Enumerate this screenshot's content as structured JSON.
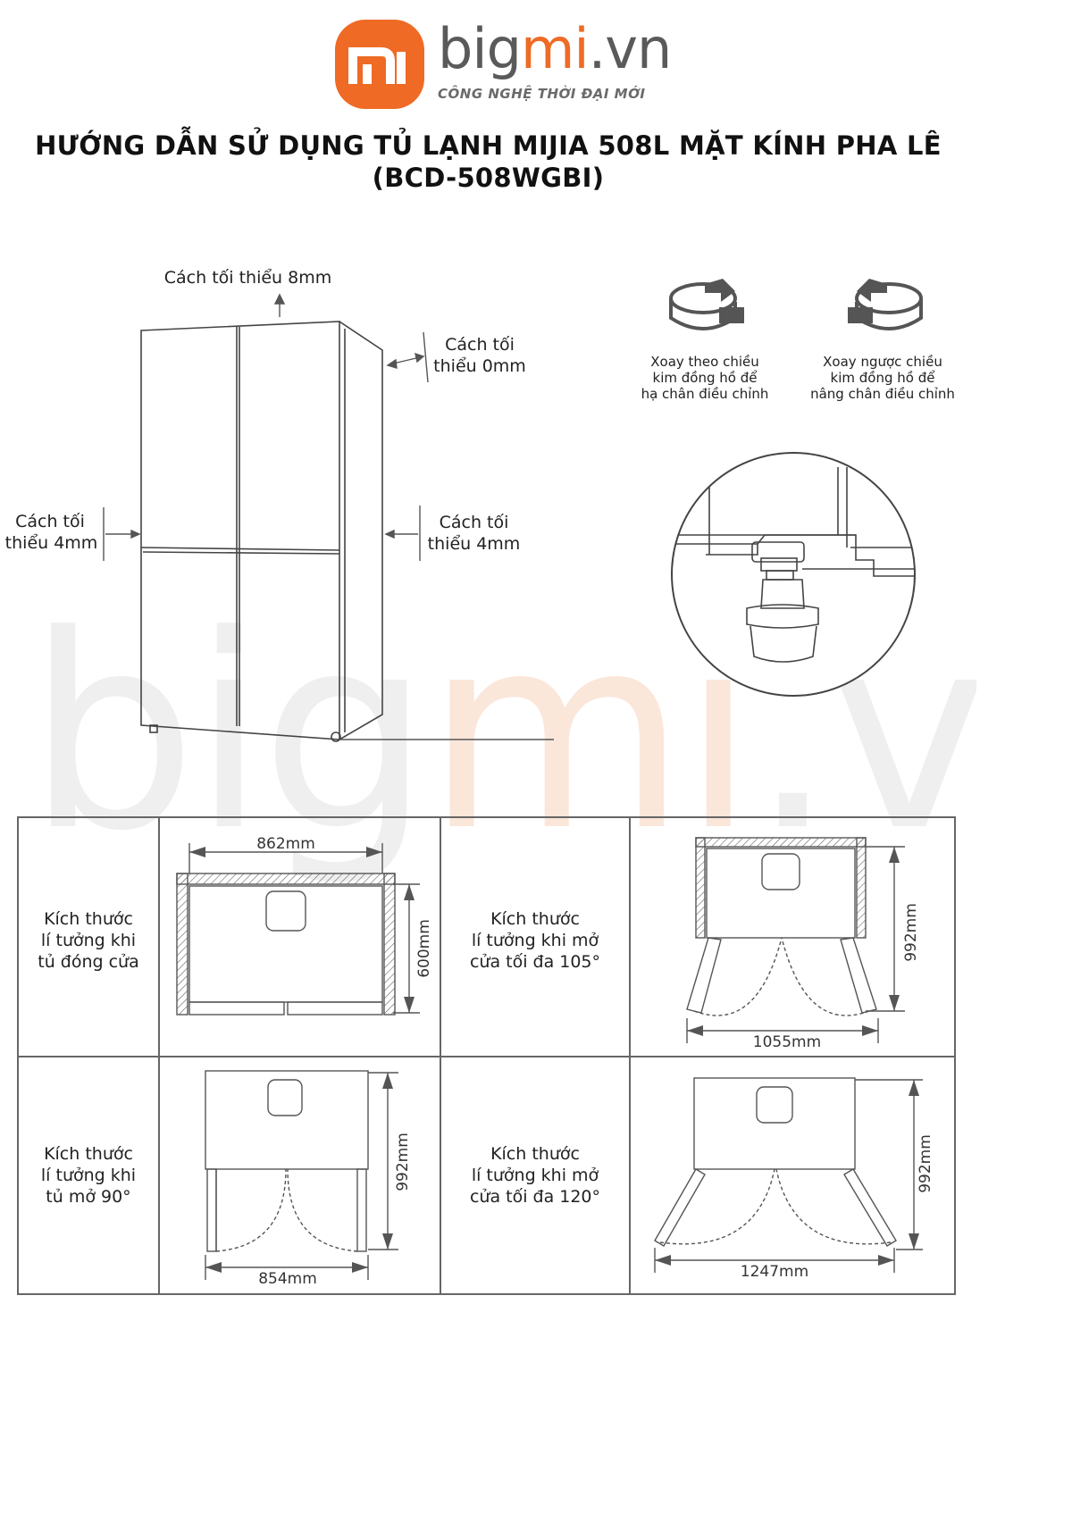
{
  "header": {
    "brand_prefix": "big",
    "brand_accent": "mi",
    "brand_suffix": ".vn",
    "logo_text": "mi",
    "tagline": "CÔNG NGHỆ THỜI ĐẠI MỚI",
    "title_line1": "HƯỚNG DẪN SỬ DỤNG TỦ LẠNH MIJIA 508L MẶT KÍNH PHA LÊ",
    "title_line2": "(BCD-508WGBI)"
  },
  "clearances": {
    "top": "Cách tối thiểu 8mm",
    "back_line1": "Cách tối",
    "back_line2": "thiểu 0mm",
    "left_line1": "Cách tối",
    "left_line2": "thiểu 4mm",
    "right_line1": "Cách tối",
    "right_line2": "thiểu 4mm"
  },
  "leveling": {
    "clockwise_line1": "Xoay theo chiều",
    "clockwise_line2": "kim đồng hồ để",
    "clockwise_line3": "hạ chân điều chỉnh",
    "counter_line1": "Xoay ngược chiều",
    "counter_line2": "kim đồng hồ để",
    "counter_line3": "nâng chân điều chỉnh"
  },
  "table": {
    "closed": {
      "line1": "Kích thước",
      "line2": "lí tưởng khi",
      "line3": "tủ đóng cửa",
      "width": "862mm",
      "depth": "600mm"
    },
    "open105": {
      "line1": "Kích thước",
      "line2": "lí tưởng khi mở",
      "line3": "cửa tối đa 105°",
      "width": "1055mm",
      "depth": "992mm"
    },
    "open90": {
      "line1": "Kích thước",
      "line2": "lí tưởng khi",
      "line3": "tủ mở 90°",
      "width": "854mm",
      "depth": "992mm"
    },
    "open120": {
      "line1": "Kích thước",
      "line2": "lí tưởng khi mở",
      "line3": "cửa tối đa 120°",
      "width": "1247mm",
      "depth": "992mm"
    }
  },
  "watermark": "bigmi.vn",
  "colors": {
    "brand_orange": "#ef6a25",
    "line": "#555555",
    "watermark_gray": "#ececec",
    "watermark_orange": "#fbe3d6"
  }
}
